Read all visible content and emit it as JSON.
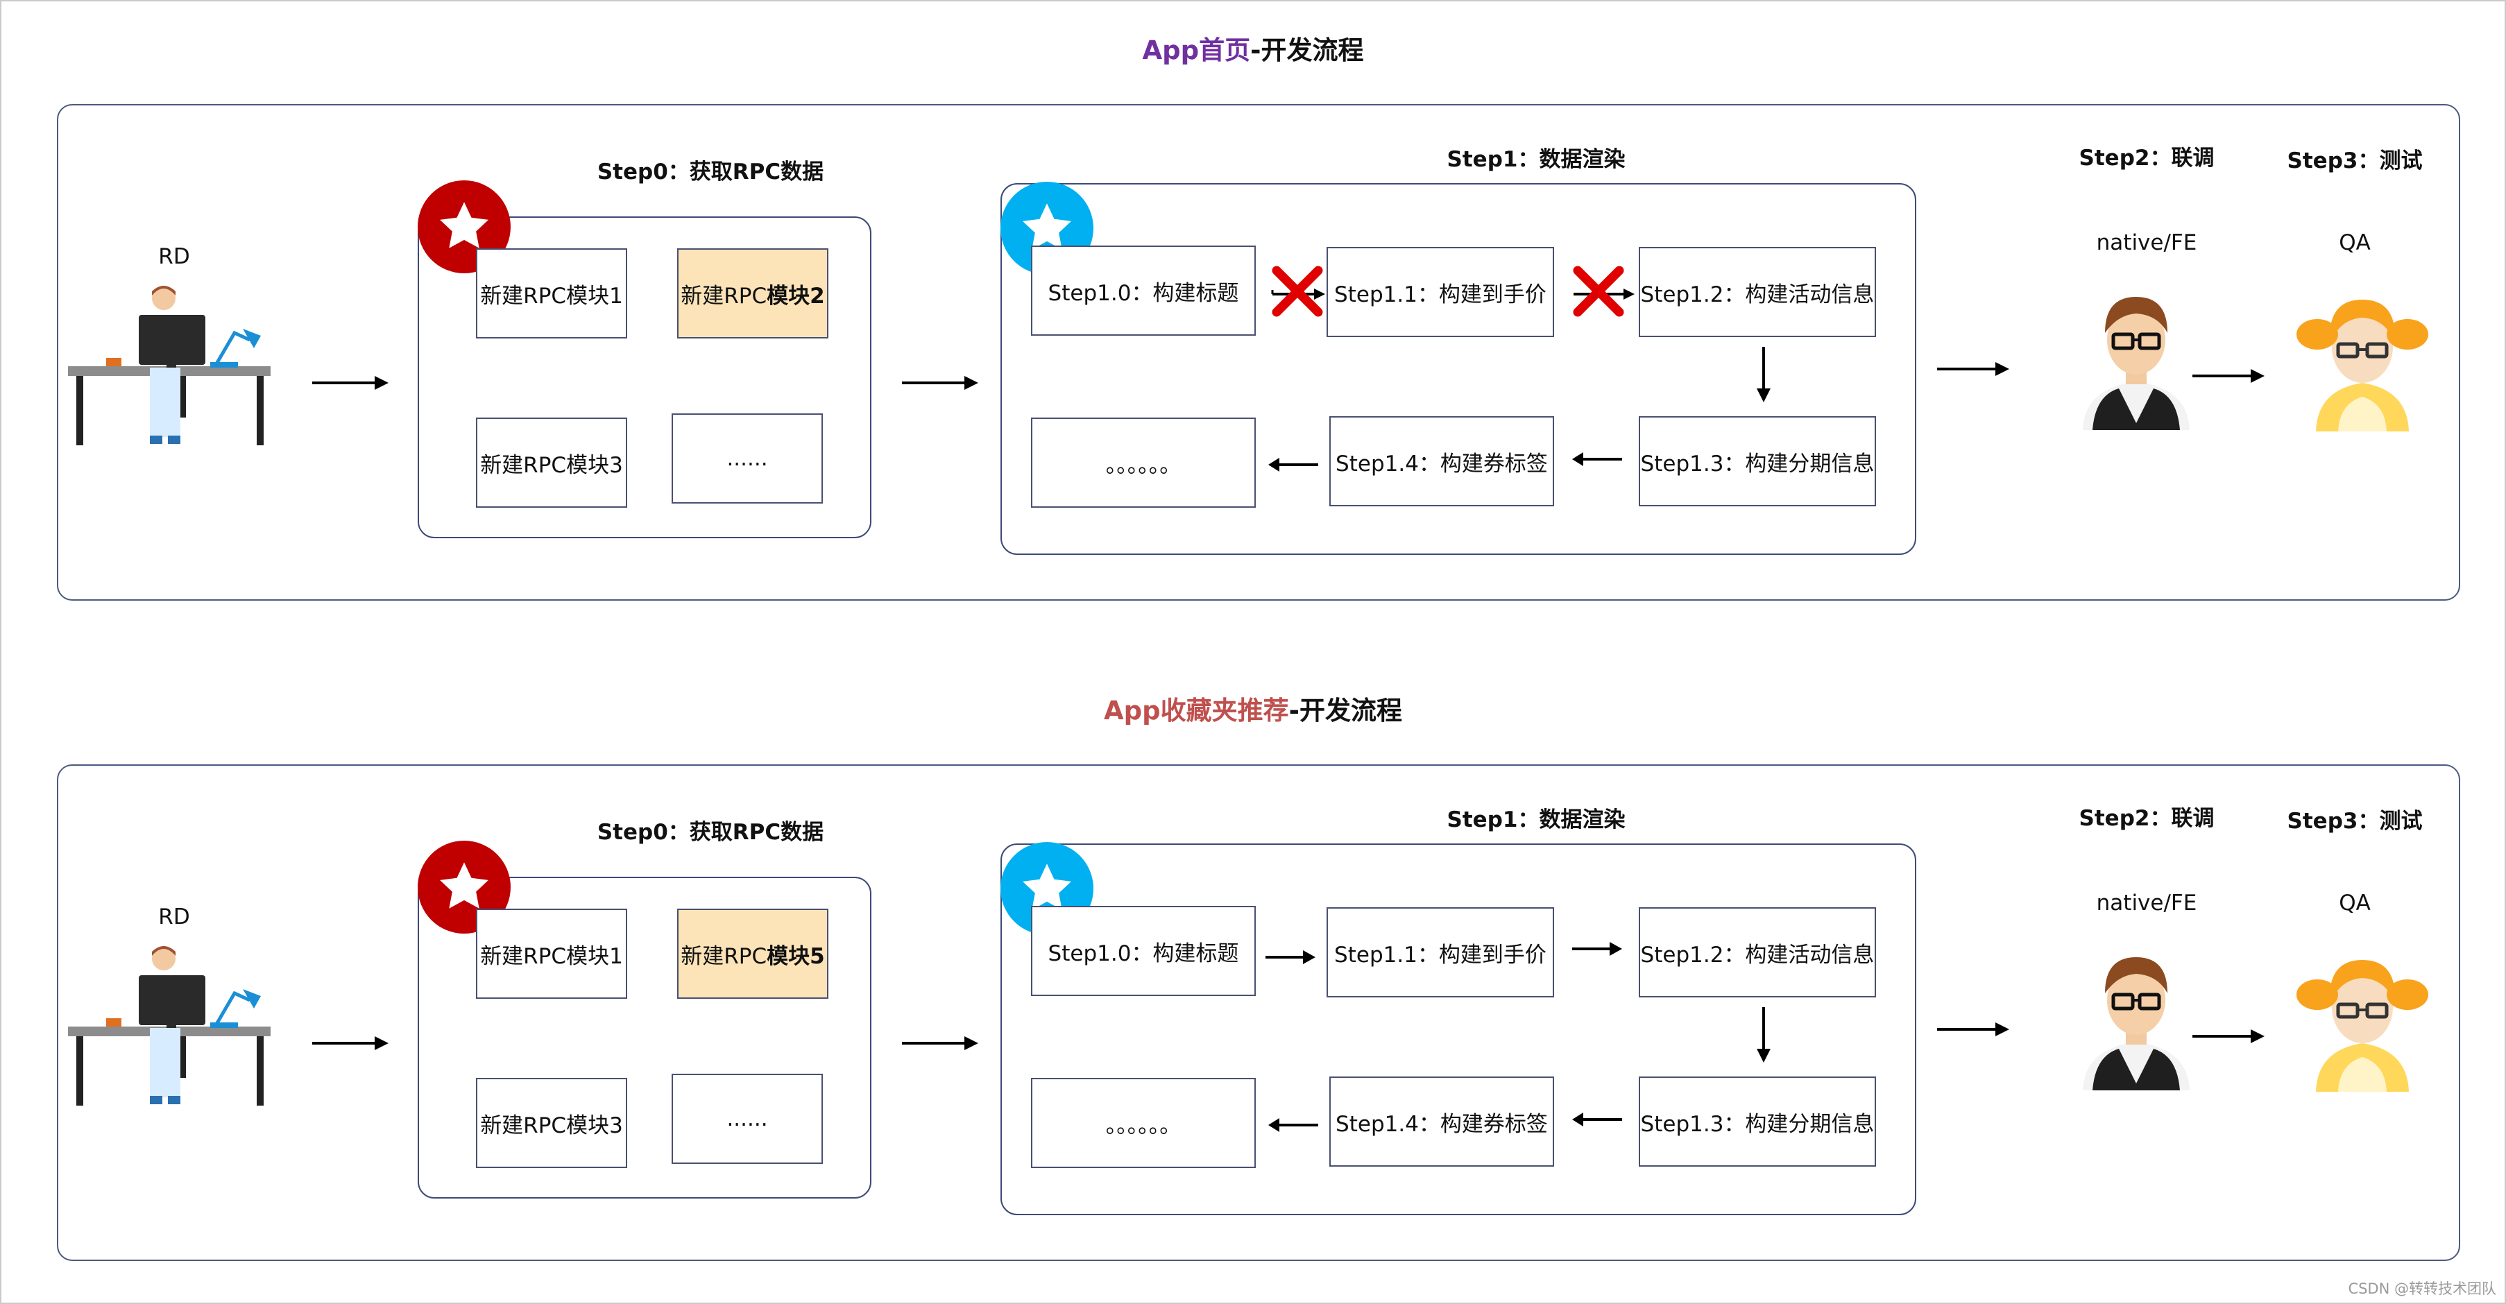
{
  "sections": [
    {
      "title_app": "App首页",
      "title_rest": "-开发流程",
      "rd_label": "RD",
      "step0_label": "Step0：获取RPC数据",
      "step1_label": "Step1：数据渲染",
      "step2_label": "Step2：联调",
      "step3_label": "Step3：测试",
      "step2_role": "native/FE",
      "step3_role": "QA",
      "rpc_modules": [
        "新建RPC模块1",
        "新建RPC",
        "模块2",
        "新建RPC模块3",
        "......"
      ],
      "render_steps": [
        "Step1.0：构建标题",
        "Step1.1：构建到手价",
        "Step1.2：构建活动信息",
        "Step1.3：构建分期信息",
        "Step1.4：构建券标签",
        "。。。。。。"
      ]
    },
    {
      "title_app": "App收藏夹推荐",
      "title_rest": "-开发流程",
      "rd_label": "RD",
      "step0_label": "Step0：获取RPC数据",
      "step1_label": "Step1：数据渲染",
      "step2_label": "Step2：联调",
      "step3_label": "Step3：测试",
      "step2_role": "native/FE",
      "step3_role": "QA",
      "rpc_modules": [
        "新建RPC模块1",
        "新建RPC",
        "模块5",
        "新建RPC模块3",
        "......"
      ],
      "render_steps": [
        "Step1.0：构建标题",
        "Step1.1：构建到手价",
        "Step1.2：构建活动信息",
        "Step1.3：构建分期信息",
        "Step1.4：构建券标签",
        "。。。。。。"
      ]
    }
  ],
  "watermark": "CSDN @转转技术团队",
  "colors": {
    "title_app_1": "#7030a0",
    "title_app_2": "#c0504d",
    "highlight_module": "#fde4b8",
    "step0_badge": "#c00000",
    "step1_badge": "#00b0f0",
    "cross_mark": "#e00000"
  },
  "icons": {
    "step0_badge": "star-icon",
    "step1_badge": "star-icon",
    "blocked_flow": "cross-icon",
    "rd": "developer-at-desk-illustration",
    "fe": "male-engineer-avatar",
    "qa": "female-tester-avatar"
  }
}
